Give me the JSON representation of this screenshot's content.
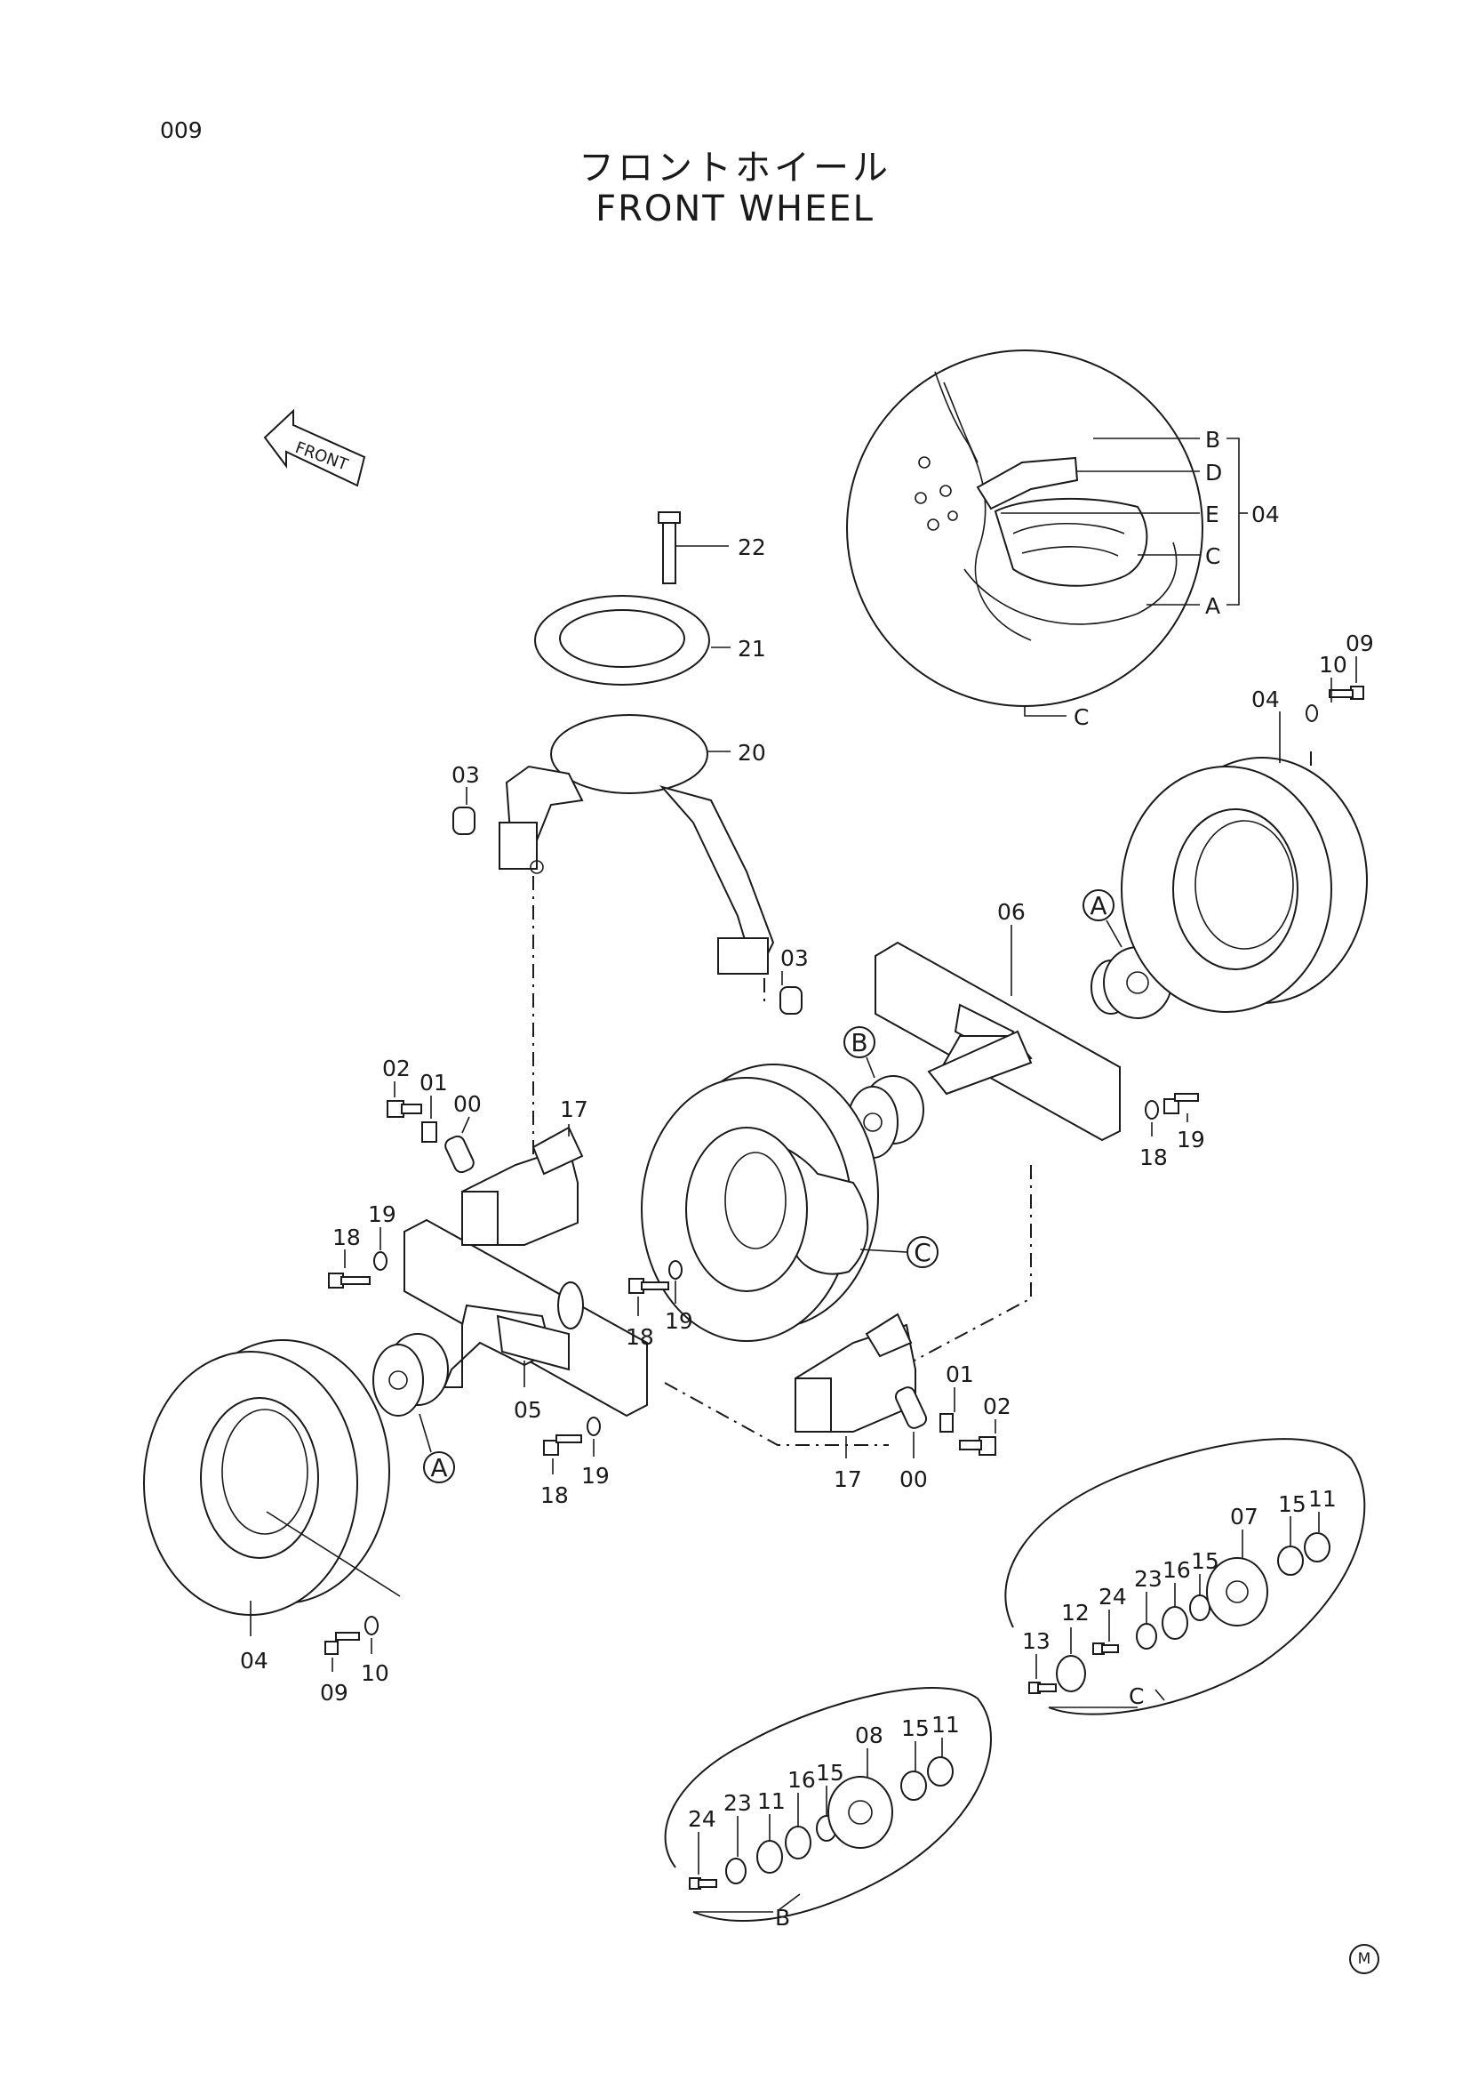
{
  "page_number": "009",
  "title_jp": "フロントホイール",
  "title_en": "FRONT  WHEEL",
  "front_arrow_label": "FRONT",
  "detail_circle": {
    "parent_label": "04",
    "sub_labels": [
      "B",
      "D",
      "E",
      "C",
      "A"
    ],
    "view_label": "C"
  },
  "callouts": {
    "c00a": "00",
    "c00b": "00",
    "c01a": "01",
    "c01b": "01",
    "c02a": "02",
    "c02b": "02",
    "c03a": "03",
    "c03b": "03",
    "c04a": "04",
    "c04b": "04",
    "c05": "05",
    "c06": "06",
    "c07": "07",
    "c08": "08",
    "c09a": "09",
    "c09b": "09",
    "c10a": "10",
    "c10b": "10",
    "c11a": "11",
    "c11b": "11",
    "c11c": "11",
    "c12": "12",
    "c13": "13",
    "c15a": "15",
    "c15b": "15",
    "c15c": "15",
    "c15d": "15",
    "c16a": "16",
    "c16b": "16",
    "c17a": "17",
    "c17b": "17",
    "c18a": "18",
    "c18b": "18",
    "c18c": "18",
    "c18d": "18",
    "c19a": "19",
    "c19b": "19",
    "c19c": "19",
    "c19d": "19",
    "c20": "20",
    "c21": "21",
    "c22": "22",
    "c23a": "23",
    "c23b": "23",
    "c24a": "24",
    "c24b": "24"
  },
  "circle_refs": {
    "a_upper": "A",
    "a_lower": "A",
    "b_main": "B",
    "c_main": "C"
  },
  "group_labels": {
    "group_b": "B",
    "group_c": "C"
  },
  "corner_mark": "M"
}
